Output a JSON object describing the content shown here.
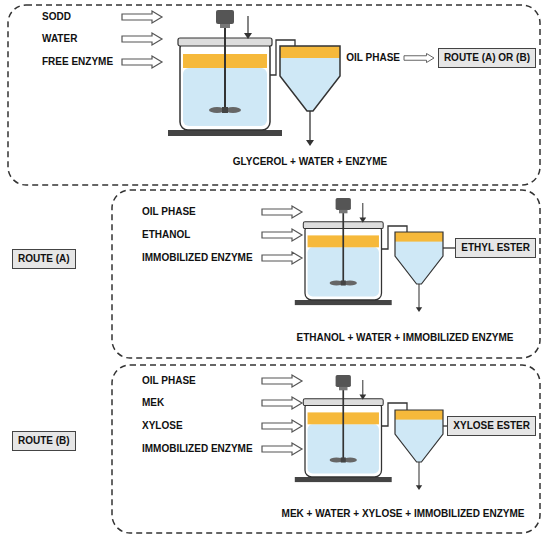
{
  "diagram": {
    "nodes": [
      {
        "text": [
          "ROUTE (A) OR (B)"
        ]
      },
      {
        "text": [
          "ROUTE (A)"
        ]
      },
      {
        "text": [
          "ETHYL ESTER"
        ]
      },
      {
        "text": [
          "ROUTE (B)"
        ]
      },
      {
        "text": [
          "XYLOSE ESTER"
        ]
      }
    ],
    "labels": [
      "SODD",
      "WATER",
      "FREE ENZYME",
      "OIL PHASE",
      "GLYCEROL + WATER + ENZYME",
      "OIL PHASE",
      "ETHANOL",
      "IMMOBILIZED ENZYME",
      "ETHANOL + WATER + IMMOBILIZED ENZYME",
      "OIL PHASE",
      "MEK",
      "XYLOSE",
      "IMMOBILIZED ENZYME",
      "MEK + WATER + XYLOSE + IMMOBILIZED ENZYME"
    ]
  }
}
